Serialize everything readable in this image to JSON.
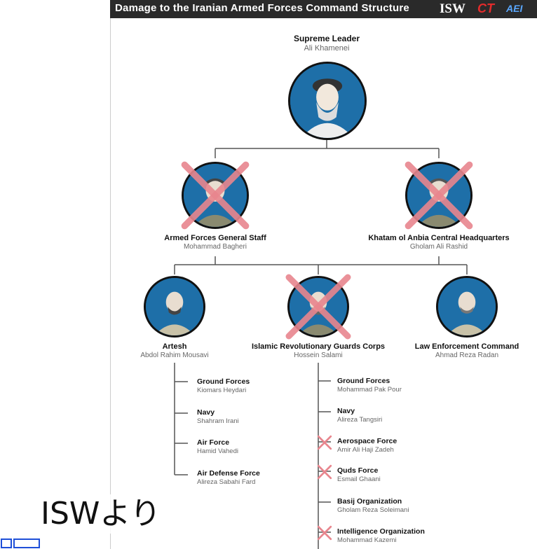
{
  "title": "Damage to the Iranian Armed Forces Command Structure",
  "logos": {
    "isw": "ISW",
    "ct": "CT",
    "aei": "AEI"
  },
  "colors": {
    "portrait_bg": "#1e6fa8",
    "xmark": "#e8868e",
    "line": "#555555"
  },
  "leader": {
    "role": "Supreme Leader",
    "name": "Ali Khamenei"
  },
  "level2": [
    {
      "role": "Armed Forces General Staff",
      "name": "Mohammad Bagheri",
      "struck": true
    },
    {
      "role": "Khatam ol Anbia Central Headquarters",
      "name": "Gholam Ali Rashid",
      "struck": true
    }
  ],
  "level3": [
    {
      "role": "Artesh",
      "name": "Abdol Rahim Mousavi",
      "struck": false
    },
    {
      "role": "Islamic Revolutionary Guards Corps",
      "name": "Hossein Salami",
      "struck": true
    },
    {
      "role": "Law Enforcement Command",
      "name": "Ahmad Reza Radan",
      "struck": false
    }
  ],
  "artesh_branches": [
    {
      "role": "Ground Forces",
      "name": "Kiomars Heydari",
      "struck": false
    },
    {
      "role": "Navy",
      "name": "Shahram Irani",
      "struck": false
    },
    {
      "role": "Air Force",
      "name": "Hamid Vahedi",
      "struck": false
    },
    {
      "role": "Air Defense Force",
      "name": "Alireza Sabahi Fard",
      "struck": false
    }
  ],
  "irgc_branches": [
    {
      "role": "Ground Forces",
      "name": "Mohammad Pak Pour",
      "struck": false
    },
    {
      "role": "Navy",
      "name": "Alireza Tangsiri",
      "struck": false
    },
    {
      "role": "Aerospace Force",
      "name": "Amir Ali Haji Zadeh",
      "struck": true
    },
    {
      "role": "Quds Force",
      "name": "Esmail Ghaani",
      "struck": true
    },
    {
      "role": "Basij Organization",
      "name": "Gholam Reza Soleimani",
      "struck": false
    },
    {
      "role": "Intelligence Organization",
      "name": "Mohammad Kazemi",
      "struck": true
    }
  ],
  "caption": "ISWより"
}
